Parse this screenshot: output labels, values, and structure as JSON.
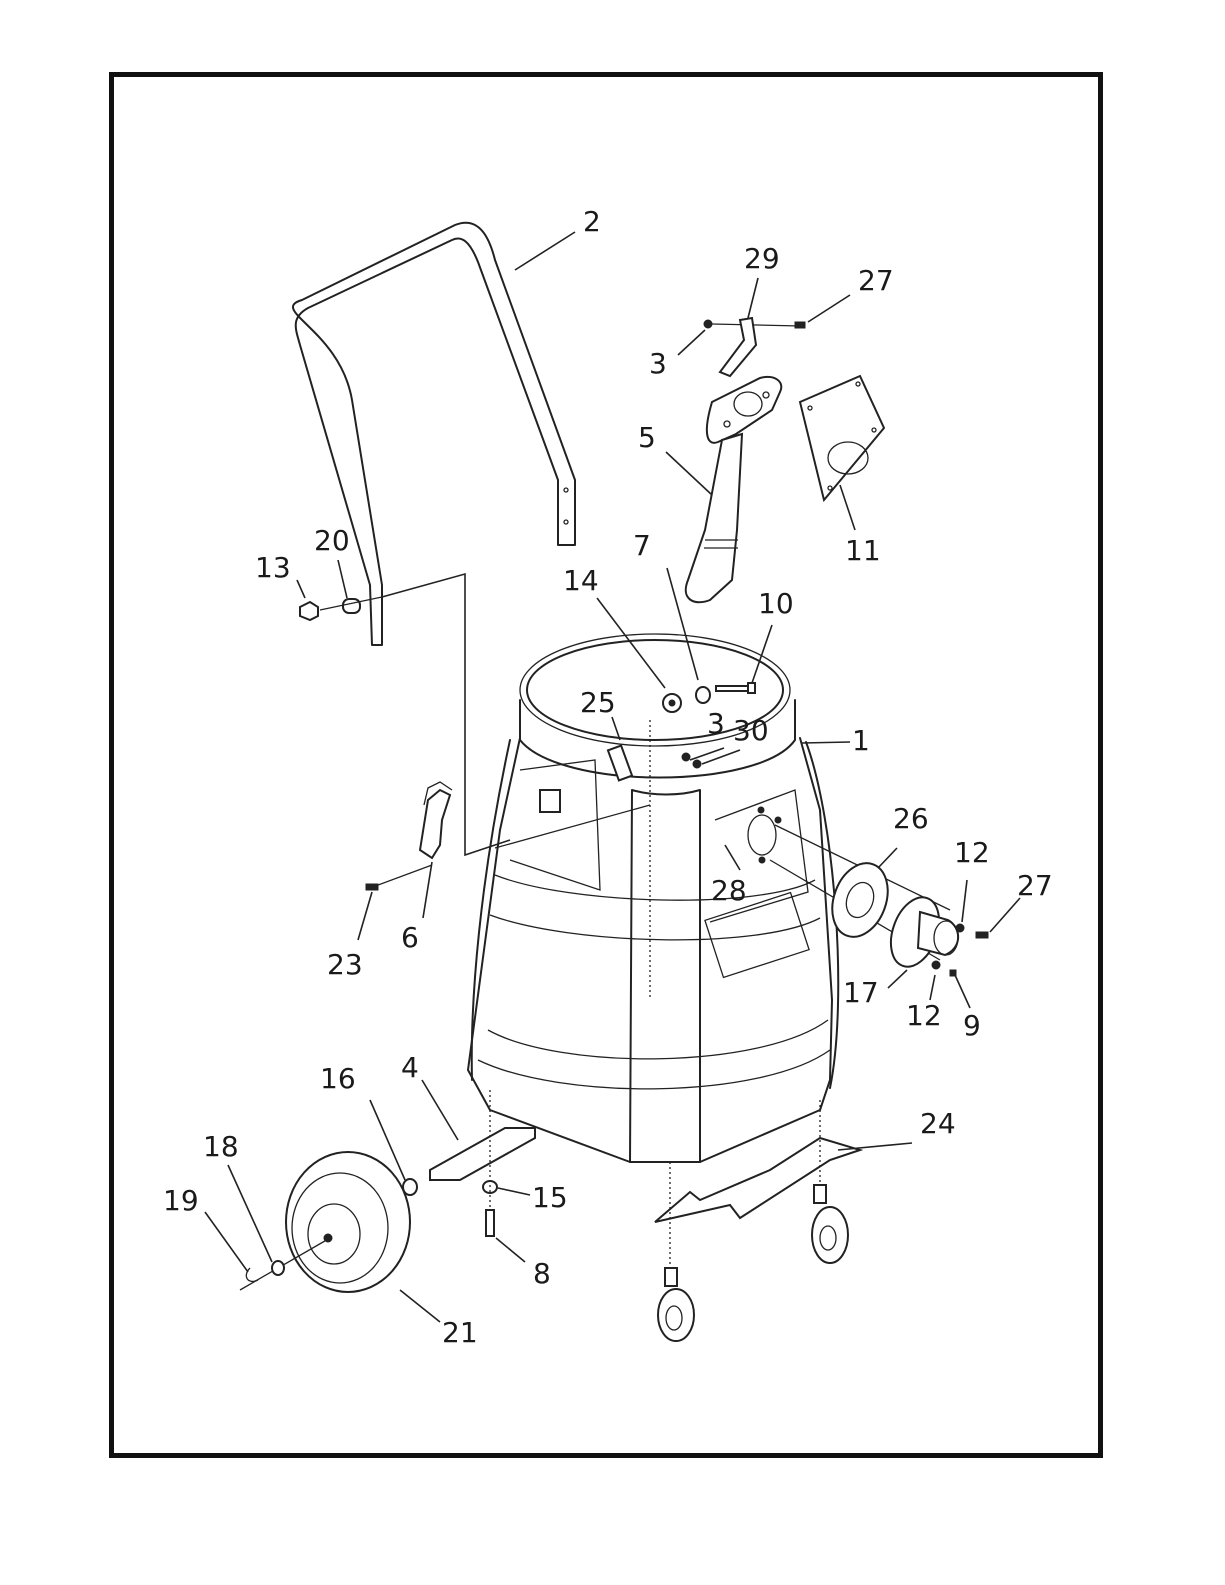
{
  "diagram": {
    "type": "exploded-parts-view",
    "colors": {
      "line": "#222222",
      "background": "#ffffff",
      "frame": "#111111"
    },
    "part_labels": [
      "2",
      "29",
      "27",
      "3",
      "5",
      "11",
      "7",
      "10",
      "14",
      "25",
      "3",
      "30",
      "1",
      "13",
      "20",
      "26",
      "12",
      "27",
      "28",
      "6",
      "23",
      "17",
      "12",
      "9",
      "16",
      "4",
      "24",
      "18",
      "15",
      "19",
      "8",
      "21"
    ]
  }
}
